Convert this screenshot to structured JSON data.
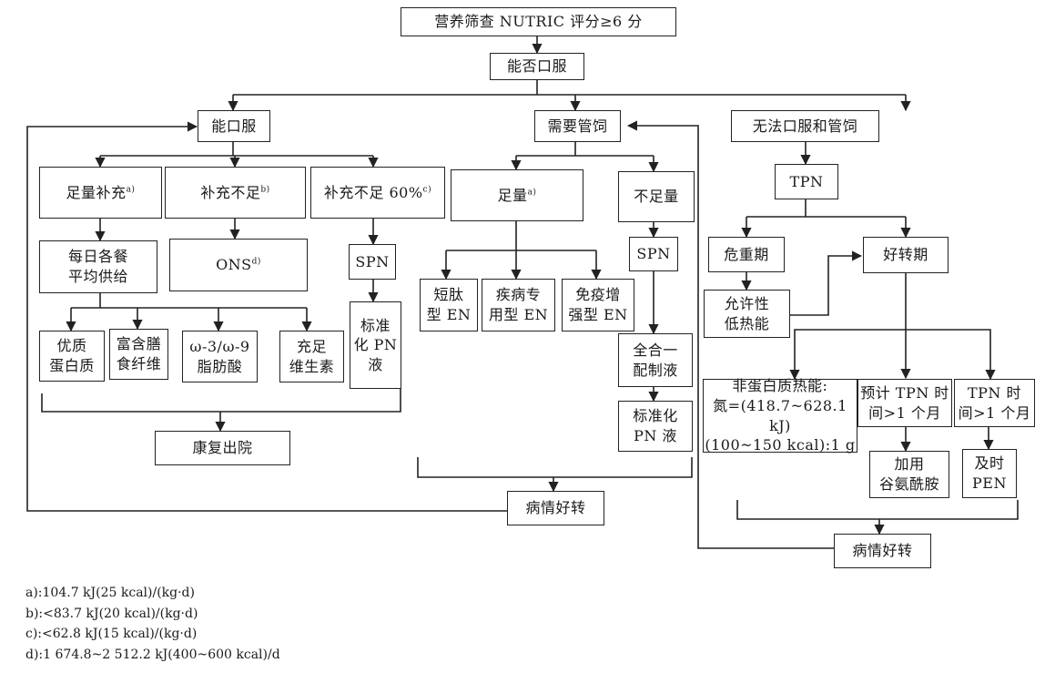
{
  "nodes": {
    "screening": "营养筛查 NUTRIC 评分≥6 分",
    "oral_question": "能否口服",
    "can_oral": "能口服",
    "tube_feed": "需要管饲",
    "no_oral_tube": "无法口服和管饲",
    "sufficient_supp": "足量补充",
    "sufficient_supp_sup": "a)",
    "insufficient_supp": "补充不足",
    "insufficient_supp_sup": "b)",
    "insufficient_60": "补充不足 60%",
    "insufficient_60_sup": "c)",
    "daily_meals_1": "每日各餐",
    "daily_meals_2": "平均供给",
    "ons": "ONS",
    "ons_sup": "d)",
    "spn_left": "SPN",
    "quality_protein_1": "优质",
    "quality_protein_2": "蛋白质",
    "dietary_fiber_1": "富含膳",
    "dietary_fiber_2": "食纤维",
    "omega_1": "ω-3/ω-9",
    "omega_2": "脂肪酸",
    "vitamins_1": "充足",
    "vitamins_2": "维生素",
    "std_pn_left_1": "标准",
    "std_pn_left_2": "化 PN",
    "std_pn_left_3": "液",
    "rehab_discharge": "康复出院",
    "sufficient_tube": "足量",
    "sufficient_tube_sup": "a)",
    "insufficient_tube": "不足量",
    "short_peptide_1": "短肽",
    "short_peptide_2": "型 EN",
    "disease_specific_1": "疾病专",
    "disease_specific_2": "用型 EN",
    "immune_1": "免疫增",
    "immune_2": "强型 EN",
    "spn_mid": "SPN",
    "all_in_one_1": "全合一",
    "all_in_one_2": "配制液",
    "std_pn_mid_1": "标准化",
    "std_pn_mid_2": "PN 液",
    "improved_mid": "病情好转",
    "tpn": "TPN",
    "critical_phase": "危重期",
    "improving_phase": "好转期",
    "low_cal_1": "允许性",
    "low_cal_2": "低热能",
    "nonprotein_1": "非蛋白质热能:",
    "nonprotein_2": "氮=(418.7~628.1 kJ)",
    "nonprotein_3": "(100~150 kcal):1 g",
    "tpn_expected_1": "预计 TPN 时",
    "tpn_expected_2": "间>1 个月",
    "tpn_time_1": "TPN 时",
    "tpn_time_2": "间>1 个月",
    "add_glutamine_1": "加用",
    "add_glutamine_2": "谷氨酰胺",
    "timely_pen_1": "及时",
    "timely_pen_2": "PEN",
    "improved_right": "病情好转"
  },
  "footnotes": [
    "a):104.7 kJ(25 kcal)/(kg·d)",
    "b):<83.7 kJ(20 kcal)/(kg·d)",
    "c):<62.8 kJ(15 kcal)/(kg·d)",
    "d):1 674.8~2 512.2 kJ(400~600 kcal)/d"
  ]
}
